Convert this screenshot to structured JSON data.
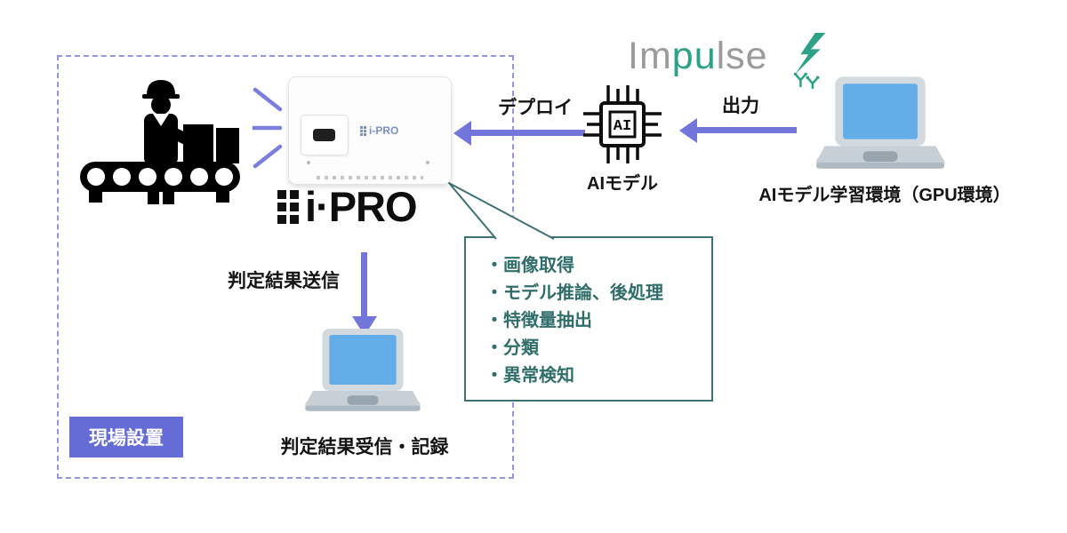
{
  "impulse": {
    "word_gray1": "Im",
    "word_green": "pu",
    "word_gray2": "lse"
  },
  "field_area": {
    "badge": "現場設置"
  },
  "device": {
    "mini_logo": "i-PRO",
    "wordmark": "i·PRO"
  },
  "flow": {
    "deploy_label": "デプロイ",
    "output_label": "出力",
    "send_label": "判定結果送信"
  },
  "ai_chip": {
    "text": "AI",
    "label": "AIモデル"
  },
  "gpu": {
    "label": "AIモデル学習環境（GPU環境）"
  },
  "receiver": {
    "label": "判定結果受信・記録"
  },
  "callout": {
    "items": [
      "・画像取得",
      "・モデル推論、後処理",
      "・特徴量抽出",
      "・分類",
      "・異常検知"
    ]
  },
  "colors": {
    "arrow_purple": "#7276DB",
    "badge_purple": "#666CD6",
    "dashed_purple": "#9396E3",
    "impulse_green": "#2BA287",
    "callout_teal": "#3E7272",
    "laptop_screen_blue": "#63ADE8"
  }
}
